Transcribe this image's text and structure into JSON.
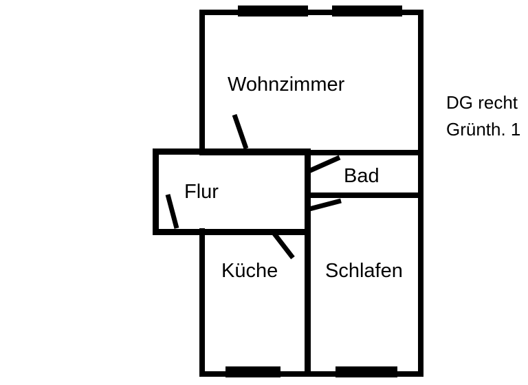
{
  "plan": {
    "rooms": [
      {
        "id": "wohnzimmer",
        "label": "Wohnzimmer"
      },
      {
        "id": "bad",
        "label": "Bad"
      },
      {
        "id": "flur",
        "label": "Flur"
      },
      {
        "id": "kueche",
        "label": "Küche"
      },
      {
        "id": "schlafen",
        "label": "Schlafen"
      }
    ],
    "annotation": {
      "line1": "DG recht",
      "line2": "Grünth. 1"
    },
    "colors": {
      "wall": "#000000",
      "background": "#ffffff",
      "text": "#000000"
    }
  }
}
